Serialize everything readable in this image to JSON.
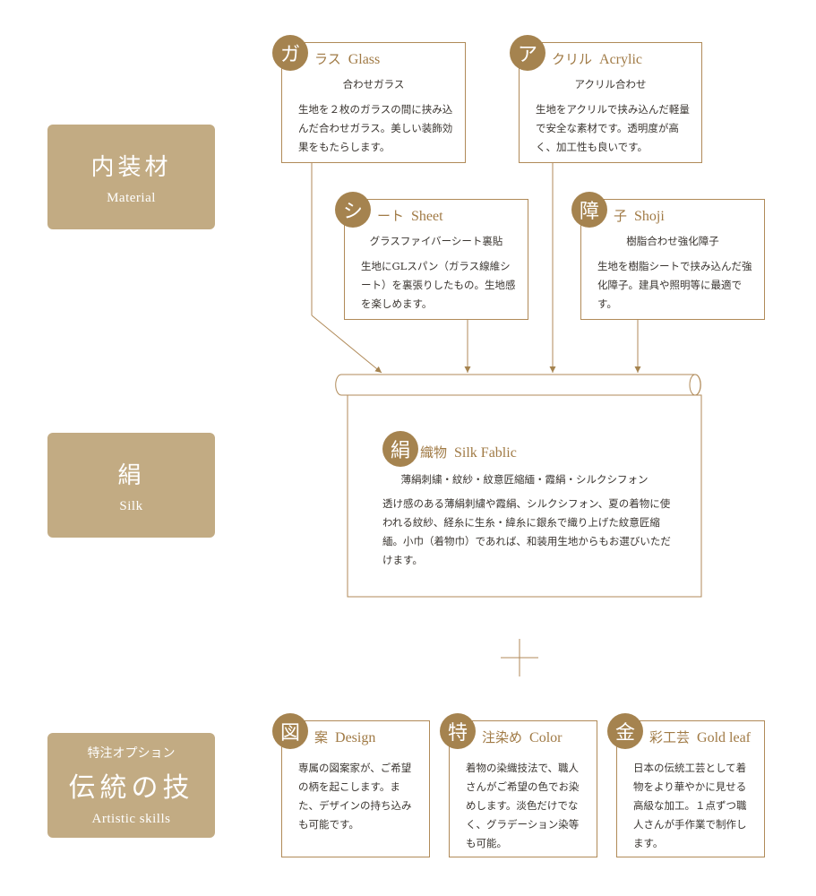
{
  "labels": {
    "material": {
      "jp": "内装材",
      "en": "Material"
    },
    "silk": {
      "jp": "絹",
      "en": "Silk"
    },
    "skills": {
      "pre": "特注オプション",
      "jp": "伝統の技",
      "en": "Artistic skills"
    }
  },
  "materials": {
    "glass": {
      "badge": "ガ",
      "title": "ラス",
      "en": "Glass",
      "sub": "合わせガラス",
      "body": "生地を２枚のガラスの間に挟み込んだ合わせガラス。美しい装飾効果をもたらします。"
    },
    "acrylic": {
      "badge": "ア",
      "title": "クリル",
      "en": "Acrylic",
      "sub": "アクリル合わせ",
      "body": "生地をアクリルで挟み込んだ軽量で安全な素材です。透明度が高く、加工性も良いです。"
    },
    "sheet": {
      "badge": "シ",
      "title": "ート",
      "en": "Sheet",
      "sub": "グラスファイバーシート裏貼",
      "body": "生地にGLスパン（ガラス線維シート）を裏張りしたもの。生地感を楽しめます。"
    },
    "shoji": {
      "badge": "障",
      "title": "子",
      "en": "Shoji",
      "sub": "樹脂合わせ強化障子",
      "body": "生地を樹脂シートで挟み込んだ強化障子。建具や照明等に最適です。"
    }
  },
  "silk": {
    "badge": "絹",
    "title": "織物",
    "en": "Silk Fablic",
    "sub": "薄絹刺繍・紋紗・紋意匠縮緬・霞絹・シルクシフォン",
    "body": "透け感のある薄絹刺繍や霞絹、シルクシフォン、夏の着物に使われる紋紗、経糸に生糸・緯糸に銀糸で織り上げた紋意匠縮緬。小巾（着物巾）であれば、和装用生地からもお選びいただけます。"
  },
  "skills": {
    "design": {
      "badge": "図",
      "title": "案",
      "en": "Design",
      "body": "専属の図案家が、ご希望の柄を起こします。また、デザインの持ち込みも可能です。"
    },
    "color": {
      "badge": "特",
      "title": "注染め",
      "en": "Color",
      "body": "着物の染織技法で、職人さんがご希望の色でお染めします。淡色だけでなく、グラデーション染等も可能。"
    },
    "gold": {
      "badge": "金",
      "title": "彩工芸",
      "en": "Gold leaf",
      "body": "日本の伝統工芸として着物をより華やかに見せる高級な加工。１点ずつ職人さんが手作業で制作します。"
    }
  },
  "colors": {
    "label_bg": "#c2ab83",
    "accent": "#a5834f",
    "border": "#b08a58",
    "title": "#a07a45"
  }
}
